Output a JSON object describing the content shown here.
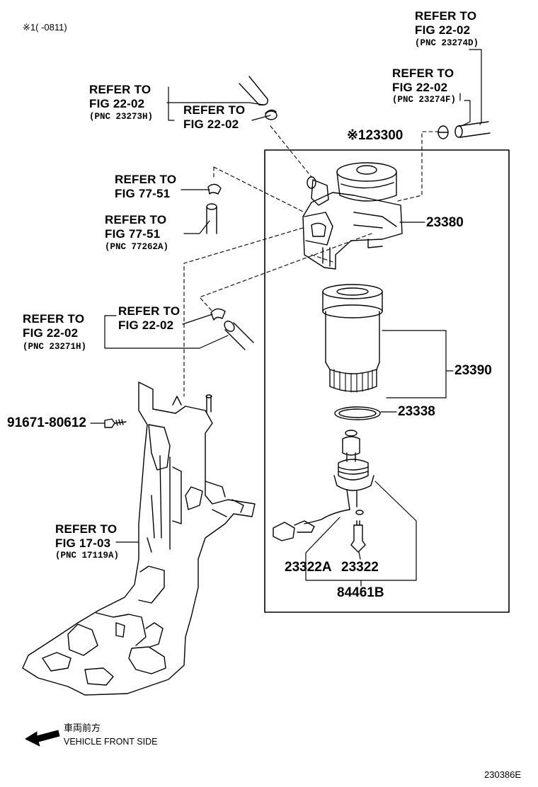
{
  "note": "※1(   -0811)",
  "assembly": {
    "callout": "※1",
    "number": "23300"
  },
  "refs": [
    {
      "id": "r1",
      "line1": "REFER TO",
      "line2": "FIG 22-02",
      "pnc": "(PNC 23274D)"
    },
    {
      "id": "r2",
      "line1": "REFER TO",
      "line2": "FIG 22-02",
      "pnc": "(PNC 23274F)"
    },
    {
      "id": "r3",
      "line1": "REFER TO",
      "line2": "FIG 22-02",
      "pnc": "(PNC 23273H)"
    },
    {
      "id": "r4",
      "line1": "REFER TO",
      "line2": "FIG 22-02",
      "pnc": ""
    },
    {
      "id": "r5",
      "line1": "REFER TO",
      "line2": "FIG 77-51",
      "pnc": ""
    },
    {
      "id": "r6",
      "line1": "REFER TO",
      "line2": "FIG 77-51",
      "pnc": "(PNC 77262A)"
    },
    {
      "id": "r7",
      "line1": "REFER TO",
      "line2": "FIG 22-02",
      "pnc": "(PNC 23271H)"
    },
    {
      "id": "r8",
      "line1": "REFER TO",
      "line2": "FIG 22-02",
      "pnc": ""
    },
    {
      "id": "r9",
      "line1": "REFER TO",
      "line2": "FIG 17-03",
      "pnc": "(PNC 17119A)"
    }
  ],
  "parts": {
    "p23380": "23380",
    "p23390": "23390",
    "p23338": "23338",
    "p23322A": "23322A",
    "p23322": "23322",
    "p84461B": "84461B",
    "bolt": "91671-80612"
  },
  "direction": {
    "jp": "車両前方",
    "en": "VEHICLE FRONT SIDE"
  },
  "figure_code": "230386E"
}
